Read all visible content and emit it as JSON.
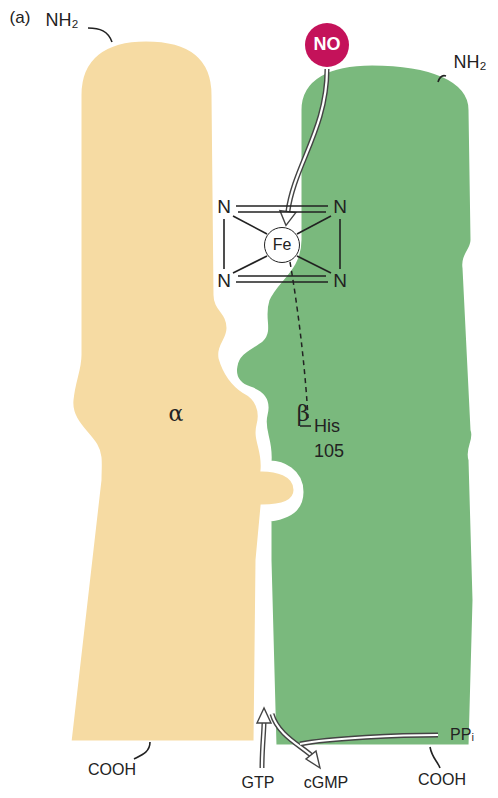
{
  "diagram": {
    "nodes": [
      {
        "text": [
          "NO"
        ]
      },
      {
        "text": [
          "Fe"
        ]
      },
      {
        "text": [
          "α"
        ]
      },
      {
        "text": [
          "β"
        ]
      }
    ],
    "edges": [
      {
        "from": 0,
        "to": 1,
        "arrow": "to"
      }
    ],
    "labels": [
      "(a)",
      "NH₂",
      "NH₂",
      "N",
      "N",
      "N",
      "N",
      "His 105",
      "COOH",
      "COOH",
      "GTP",
      "cGMP",
      "PPᵢ"
    ]
  }
}
